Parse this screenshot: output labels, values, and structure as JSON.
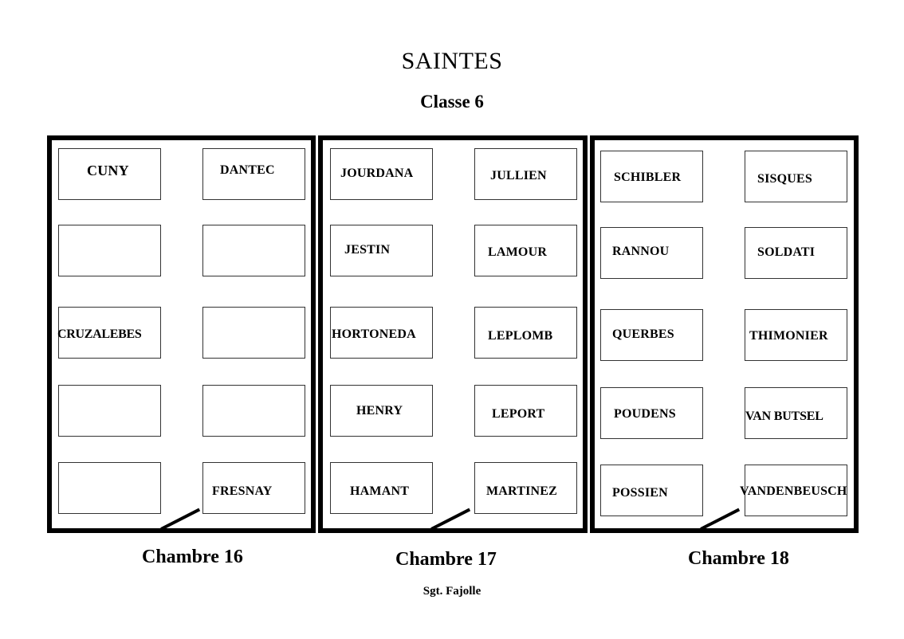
{
  "document": {
    "title": "SAINTES",
    "subtitle": "Classe 6",
    "footer": "Sgt. Fajolle"
  },
  "rooms": [
    {
      "label": "Chambre 16",
      "beds": [
        "CUNY",
        "DANTEC",
        "",
        "",
        "CRUZALEBES",
        "",
        "",
        "",
        "",
        "FRESNAY"
      ]
    },
    {
      "label": "Chambre 17",
      "beds": [
        "JOURDANA",
        "JULLIEN",
        "JESTIN",
        "LAMOUR",
        "HORTONEDA",
        "LEPLOMB",
        "HENRY",
        "LEPORT",
        "HAMANT",
        "MARTINEZ"
      ]
    },
    {
      "label": "Chambre 18",
      "beds": [
        "SCHIBLER",
        "SISQUES",
        "RANNOU",
        "SOLDATI",
        "QUERBES",
        "THIMONIER",
        "POUDENS",
        "VAN BUTSEL",
        "POSSIEN",
        "VANDENBEUSCH"
      ]
    }
  ]
}
